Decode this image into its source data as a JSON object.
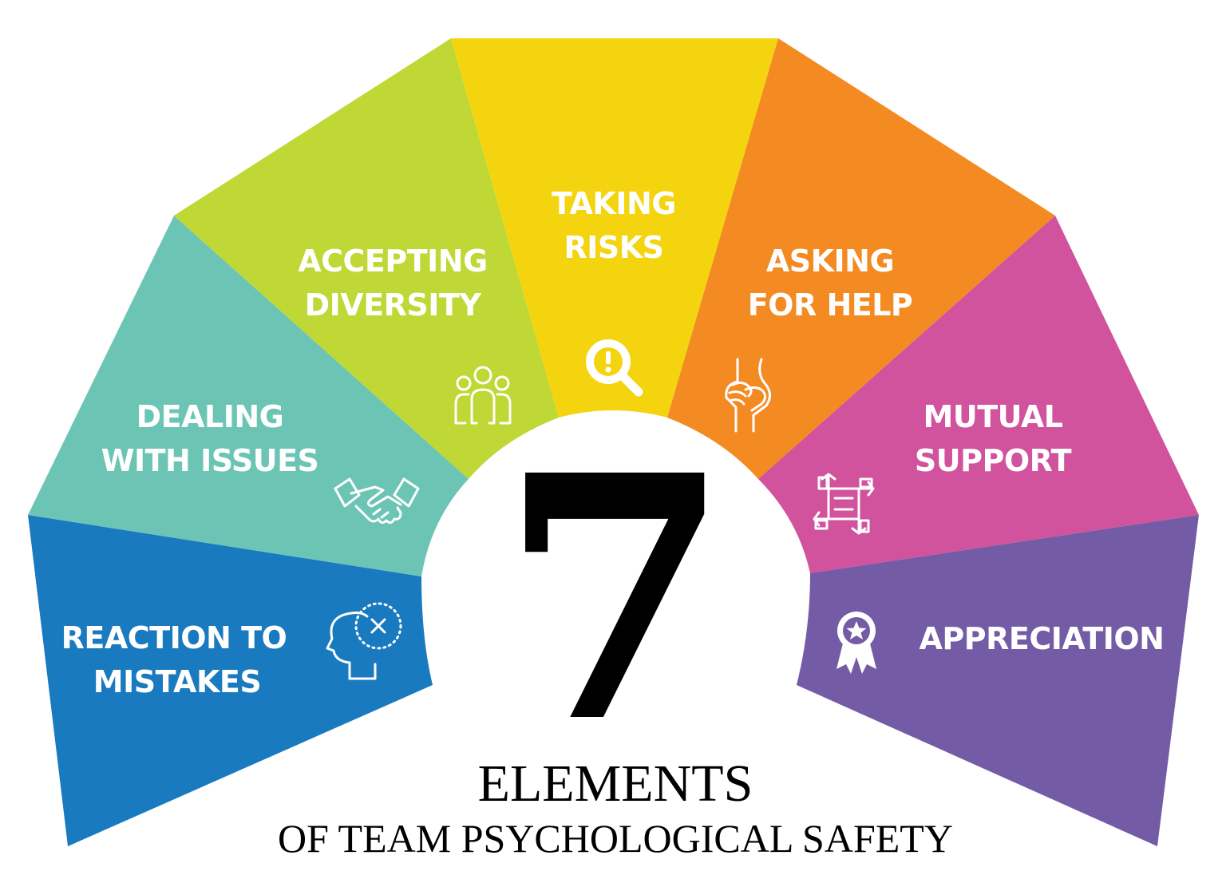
{
  "big_number": "7",
  "title": {
    "line1": "ELEMENTS",
    "line2": "OF TEAM PSYCHOLOGICAL SAFETY"
  },
  "segments": [
    {
      "id": "reaction",
      "color": "#1a7ac0",
      "icon": "head-x-icon",
      "lines": [
        "REACTION TO",
        "MISTAKES"
      ]
    },
    {
      "id": "dealing",
      "color": "#6cc5b4",
      "icon": "handshake-icon",
      "lines": [
        "DEALING",
        "WITH ISSUES"
      ]
    },
    {
      "id": "diversity",
      "color": "#bfd835",
      "icon": "people-group-icon",
      "lines": [
        "ACCEPTING",
        "DIVERSITY"
      ]
    },
    {
      "id": "risks",
      "color": "#f4d40e",
      "icon": "search-alert-icon",
      "lines": [
        "TAKING",
        "RISKS"
      ]
    },
    {
      "id": "help",
      "color": "#f48a22",
      "icon": "helping-hands-icon",
      "lines": [
        "ASKING",
        "FOR HELP"
      ]
    },
    {
      "id": "support",
      "color": "#d1529d",
      "icon": "linked-hands-icon",
      "lines": [
        "MUTUAL",
        "SUPPORT"
      ]
    },
    {
      "id": "appreciation",
      "color": "#745ba6",
      "icon": "award-ribbon-icon",
      "lines": [
        "APPRECIATION"
      ]
    }
  ]
}
